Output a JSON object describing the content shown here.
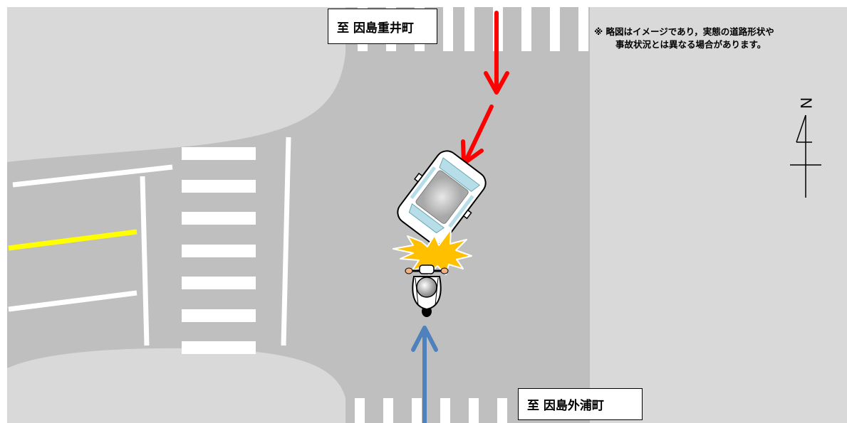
{
  "destinations": {
    "north": "至 因島重井町",
    "south": "至 因島外浦町"
  },
  "disclaimer": {
    "line1": "※ 略図はイメージであり，実態の道路形状や",
    "line2": "事故状況とは異なる場合があります。"
  },
  "north_indicator_letter": "N",
  "colors": {
    "road": "#bfbfbf",
    "sidewalk": "#d9d9d9",
    "marking_white": "#ffffff",
    "center_line_yellow": "#ffff00",
    "car_path_arrow": "#ff0000",
    "motorcycle_path_arrow": "#4f81bd",
    "impact_burst": "#ffc000"
  },
  "icons": {
    "car": "car-topdown-icon",
    "motorcycle": "motorcycle-rider-icon",
    "collision": "collision-burst-icon",
    "north": "north-arrow-icon"
  }
}
